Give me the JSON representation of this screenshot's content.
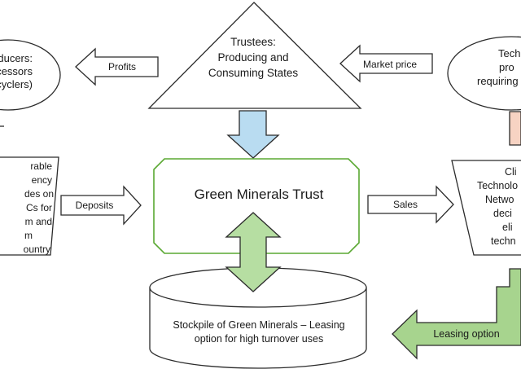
{
  "diagram": {
    "trustees": {
      "lines": [
        "Trustees:",
        "Producing and",
        "Consuming States"
      ]
    },
    "producers": {
      "lines": [
        "ducers:",
        "ocessors",
        "cyclers)"
      ]
    },
    "technology": {
      "lines": [
        "Tech",
        "pro",
        "requiring"
      ]
    },
    "left_box": {
      "lines": [
        "rable",
        "ency",
        "des on",
        "Cs for",
        "m and",
        "m",
        "ountry"
      ]
    },
    "right_box": {
      "lines": [
        "Cli",
        "Technolo",
        "Netwo",
        "deci",
        "eli",
        "techn"
      ]
    },
    "trust": {
      "label": "Green Minerals Trust",
      "border_color": "#5aa832"
    },
    "stockpile": {
      "lines": [
        "Stockpile of Green Minerals – Leasing",
        "option for high turnover uses"
      ]
    },
    "arrows": {
      "profits": "Profits",
      "market_price": "Market price",
      "deposits": "Deposits",
      "sales": "Sales",
      "leasing": "Leasing option"
    },
    "colors": {
      "blue_arrow": "#b9dcf1",
      "green_arrow": "#b6dea2",
      "leasing_arrow": "#a7d48e",
      "pink_arrow": "#f7d3c3"
    }
  }
}
